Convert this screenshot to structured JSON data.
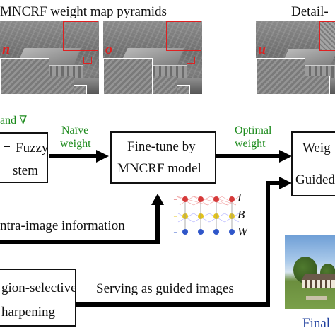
{
  "titles": {
    "left": "MNCRF weight map pyramids",
    "right": "Detail-"
  },
  "tiles": {
    "letter_1": "n",
    "letter_2": "o",
    "letter_3": "u"
  },
  "green_labels": {
    "top_left": "and ∇",
    "naive": [
      "Naïve",
      "weight"
    ],
    "optimal": [
      "Optimal",
      "weight"
    ]
  },
  "boxes": {
    "fuzzy": [
      "Fuzzy",
      "stem"
    ],
    "finetune": [
      "Fine-tune by",
      "MNCRF model"
    ],
    "weight": [
      "Weig",
      "Guided"
    ],
    "region": [
      "gion-selective",
      "harpening"
    ]
  },
  "labels": {
    "intra": "ntra-image information",
    "serving": "Serving as guided images",
    "final": "Final"
  },
  "network_legend": {
    "rows": [
      {
        "name": "I",
        "color": "#d63a3a"
      },
      {
        "name": "B",
        "color": "#e2c21a"
      },
      {
        "name": "W",
        "color": "#2f56c9"
      }
    ]
  }
}
